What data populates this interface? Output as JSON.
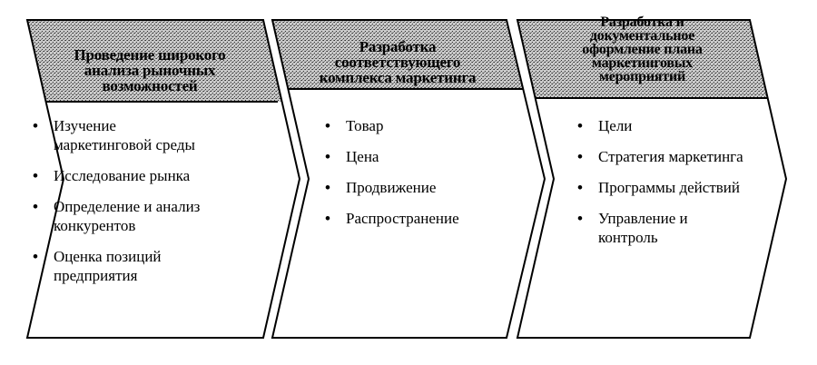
{
  "stages": [
    {
      "header": "Проведение широкого\nанализа рыночных\nвозможностей",
      "items": [
        "Изучение\nмаркетинговой среды",
        "Исследование рынка",
        "Определение и анализ\nконкурентов",
        "Оценка позиций\nпредприятия"
      ]
    },
    {
      "header": "Разработка\nсоответствующего\nкомплекса маркетинга",
      "items": [
        "Товар",
        "Цена",
        "Продвижение",
        "Распространение"
      ]
    },
    {
      "header": "Разработка и\nдокументальное\nоформление плана\nмаркетинговых\nмероприятий",
      "items": [
        "Цели",
        "Стратегия маркетинга",
        "Программы действий",
        "Управление и\nконтроль"
      ]
    }
  ],
  "bullet_symbol": "•",
  "colors": {
    "outline": "#000000",
    "header_fill": "#9a9a9a",
    "background": "#ffffff"
  }
}
